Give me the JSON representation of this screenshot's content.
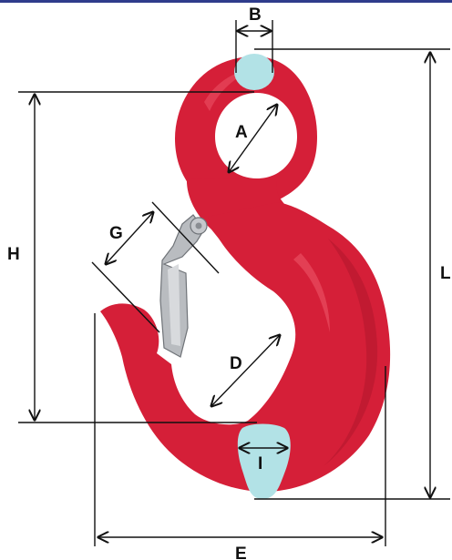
{
  "labels": {
    "A": "A",
    "B": "B",
    "D": "D",
    "E": "E",
    "G": "G",
    "H": "H",
    "I": "I",
    "L": "L"
  },
  "colors": {
    "hook_body": "#d51f38",
    "hook_shadow": "#a8142a",
    "hook_highlight": "#ef5a6c",
    "latch": "#b9bcc0",
    "section_marker": "#b2e2e6",
    "dimension_line": "#111111",
    "top_bar": "#2f3c8c"
  }
}
